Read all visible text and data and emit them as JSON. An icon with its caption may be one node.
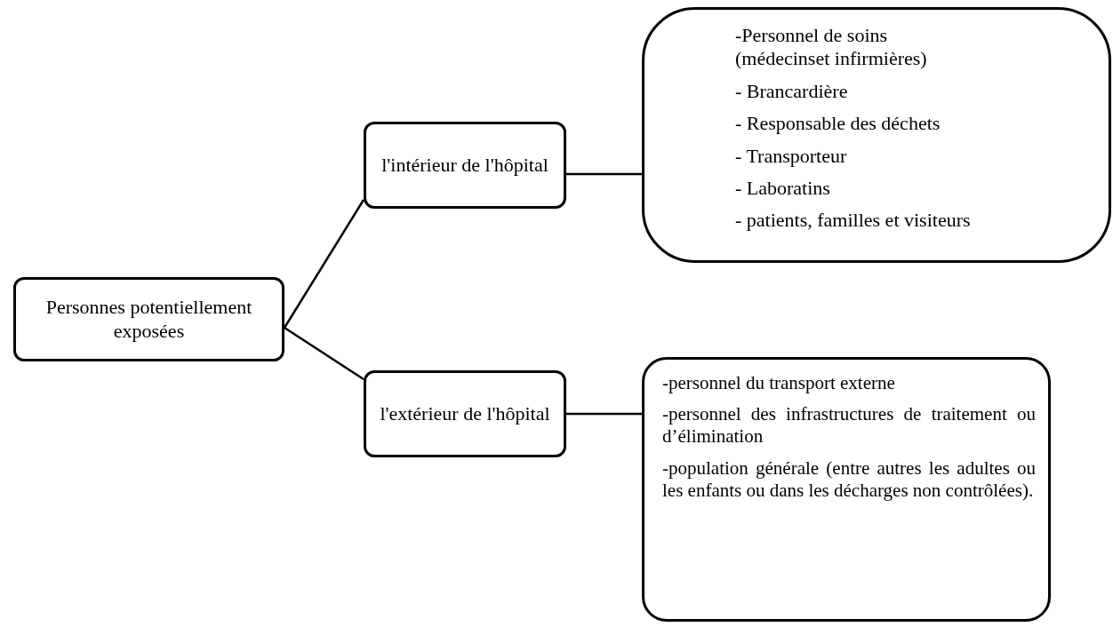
{
  "diagram": {
    "nodes": [
      {
        "text": [
          "Personnes potentiellement exposées"
        ]
      },
      {
        "text": [
          "l'intérieur de l'hôpital"
        ]
      },
      {
        "text": [
          "-Personnel de soins (médecinset infirmières)",
          "- Brancardière",
          "- Responsable des déchets",
          "- Transporteur",
          "- Laboratins",
          "- patients, familles et visiteurs"
        ]
      },
      {
        "text": [
          "l'extérieur de l'hôpital"
        ]
      },
      {
        "text": [
          "-personnel du transport externe",
          "-personnel des infrastructures de traitement ou d’élimination",
          "-population générale (entre autres les adultes ou les enfants ou dans les décharges non contrôlées)."
        ]
      }
    ],
    "edges": [
      {
        "from": 0,
        "to": 1,
        "arrow": "none"
      },
      {
        "from": 0,
        "to": 3,
        "arrow": "none"
      },
      {
        "from": 1,
        "to": 2,
        "arrow": "none"
      },
      {
        "from": 3,
        "to": 4,
        "arrow": "none"
      }
    ]
  }
}
